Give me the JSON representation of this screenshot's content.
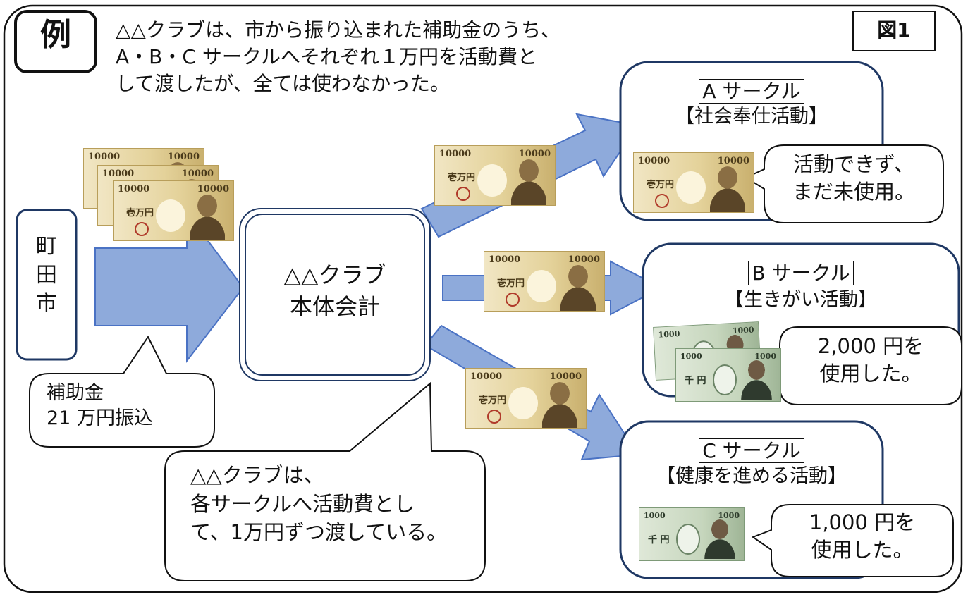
{
  "example_badge": "例",
  "figure_label": "図1",
  "intro": "△△クラブは、市から振り込まれた補助金のうち、\nA・B・C サークルへそれぞれ１万円を活動費と\nして渡したが、全ては使わなかった。",
  "city": "町\n田\n市",
  "city_callout": "補助金\n21 万円振込",
  "club": "△△クラブ\n本体会計",
  "club_callout": "△△クラブは、\n各サークルへ活動費とし\nて、1万円ずつ渡している。",
  "bill_10000": {
    "value": "10000",
    "kanji": "壱万円"
  },
  "bill_1000": {
    "value": "1000",
    "kanji": "千 円"
  },
  "circles": [
    {
      "name": "A サークル",
      "activity": "【社会奉仕活動】",
      "note": "活動できず、\nまだ未使用。"
    },
    {
      "name": "B サークル",
      "activity": "【生きがい活動】",
      "note": "2,000 円を\n使用した。"
    },
    {
      "name": "C サークル",
      "activity": "【健康を進める活動】",
      "note": "1,000 円を\n使用した。"
    }
  ],
  "colors": {
    "arrow": "#8eaadb",
    "arrow_stroke": "#4a72c4",
    "navy": "#1f3864"
  }
}
